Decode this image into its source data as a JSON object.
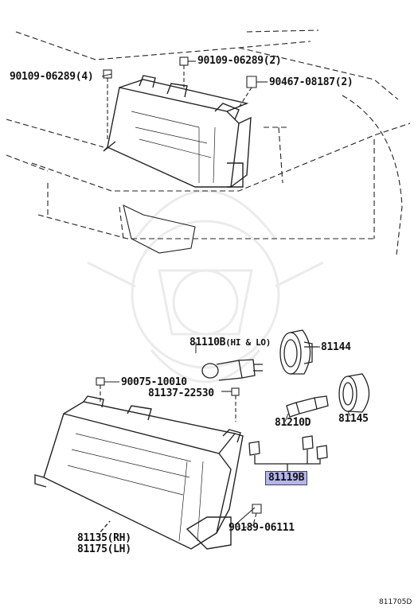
{
  "labels": {
    "p90109_left": "90109-06289(4)",
    "p90109_top": "90109-06289(2)",
    "p90467": "90467-08187(2)",
    "p81110b": "81110B",
    "p81110b_note": "(HI & LO)",
    "p81144": "81144",
    "p90075": "90075-10010",
    "p81137": "81137-22530",
    "p81210d": "81210D",
    "p81145": "81145",
    "p81119b": "81119B",
    "p81135": "81135(RH)",
    "p81175": "81175(LH)",
    "p90189": "90189-06111"
  },
  "diagram_code": "811705D",
  "colors": {
    "line": "#222222",
    "highlight": "#b4b4ee",
    "watermark": "#ececec"
  }
}
